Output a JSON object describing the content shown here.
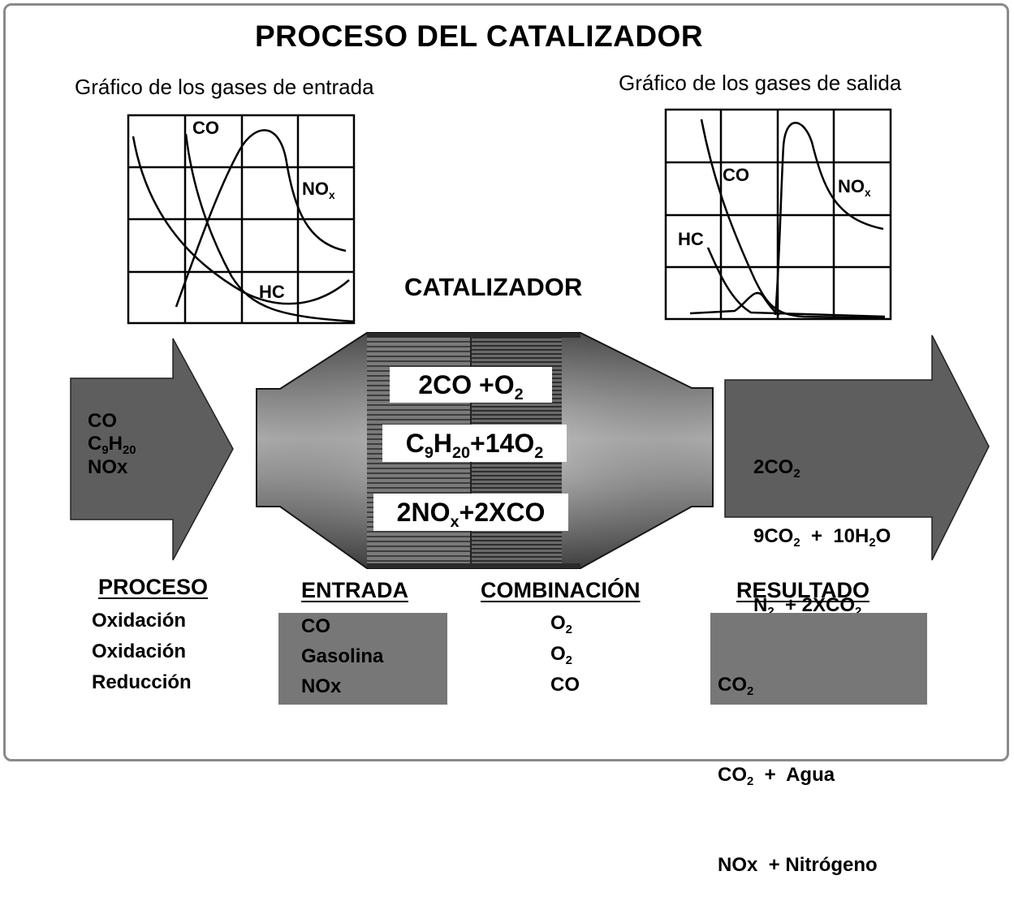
{
  "title": "PROCESO DEL CATALIZADOR",
  "input_graph": {
    "caption": "Gráfico de los gases de entrada",
    "labels": {
      "co": "CO",
      "nox_main": "NO",
      "nox_sub": "x",
      "hc": "HC"
    }
  },
  "output_graph": {
    "caption": "Gráfico de los gases de salida",
    "labels": {
      "co": "CO",
      "nox_main": "NO",
      "nox_sub": "x",
      "hc": "HC"
    }
  },
  "catalyst": {
    "label": "CATALIZADOR",
    "equations": [
      {
        "main": "2CO +O",
        "sub": "2"
      },
      {
        "c": "C",
        "s1": "9",
        "h": "H",
        "s2": "20",
        "rest": "+14O",
        "s3": "2"
      },
      {
        "a": "2NO",
        "s1": "x",
        "b": "+2XCO"
      }
    ]
  },
  "input_arrow": {
    "line1": "CO",
    "line2_c": "C",
    "line2_s1": "9",
    "line2_h": "H",
    "line2_s2": "20",
    "line3": "NOx"
  },
  "output_arrow": {
    "line1": "2CO",
    "line1_sub": "2",
    "line2_a": "9CO",
    "line2_sub1": "2",
    "line2_b": "  +  10H",
    "line2_sub2": "2",
    "line2_c": "O",
    "line3_a": "N",
    "line3_sub1": "2",
    "line3_b": "  + 2XCO",
    "line3_sub2": "2"
  },
  "table": {
    "headers": {
      "proceso": "PROCESO",
      "entrada": "ENTRADA",
      "combinacion": "COMBINACIÓN",
      "resultado": "RESULTADO"
    },
    "proceso": [
      "Oxidación",
      "Oxidación",
      "Reducción"
    ],
    "entrada": [
      "CO",
      "Gasolina",
      "NOx"
    ],
    "combinacion": [
      {
        "main": "O",
        "sub": "2"
      },
      {
        "main": "O",
        "sub": "2"
      },
      {
        "main": "CO",
        "sub": ""
      }
    ],
    "resultado": [
      {
        "a": "CO",
        "sub": "2",
        "b": ""
      },
      {
        "a": "CO",
        "sub": "2",
        "b": "  +  Agua"
      },
      {
        "a": "NOx  + Nitrógeno",
        "sub": "",
        "b": ""
      }
    ]
  },
  "colors": {
    "arrow": "#5e5e5e",
    "grey_box": "#777777",
    "frame": "#8a8a8a"
  }
}
